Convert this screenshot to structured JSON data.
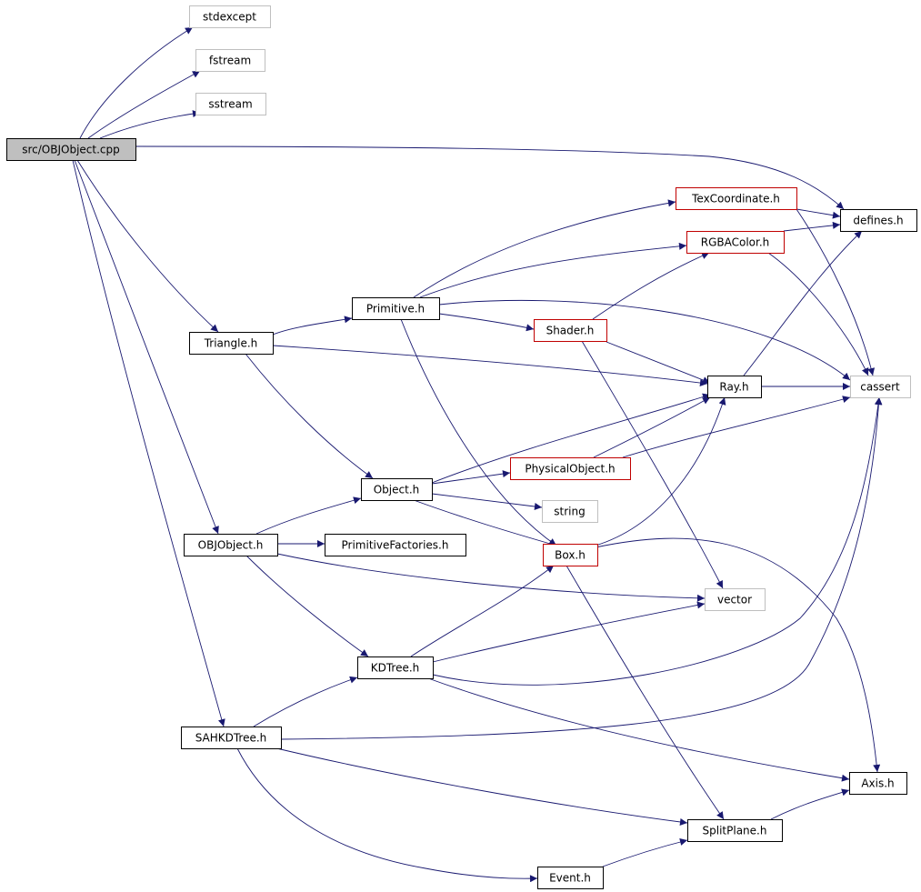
{
  "diagram": {
    "type": "include-dependency-graph",
    "colors": {
      "edge": "#191970",
      "node_border_default": "#000000",
      "node_border_truncated": "#c00000",
      "node_border_external": "#bfbfbf",
      "root_fill": "#bfbfbf",
      "node_fill": "#ffffff"
    },
    "nodes": [
      {
        "id": "objobject_cpp",
        "label": "src/OBJObject.cpp",
        "kind": "root"
      },
      {
        "id": "stdexcept",
        "label": "stdexcept",
        "kind": "external"
      },
      {
        "id": "fstream",
        "label": "fstream",
        "kind": "external"
      },
      {
        "id": "sstream",
        "label": "sstream",
        "kind": "external"
      },
      {
        "id": "defines_h",
        "label": "defines.h",
        "kind": "normal"
      },
      {
        "id": "texcoordinate_h",
        "label": "TexCoordinate.h",
        "kind": "truncated"
      },
      {
        "id": "rgbacolor_h",
        "label": "RGBAColor.h",
        "kind": "truncated"
      },
      {
        "id": "primitive_h",
        "label": "Primitive.h",
        "kind": "normal"
      },
      {
        "id": "shader_h",
        "label": "Shader.h",
        "kind": "truncated"
      },
      {
        "id": "triangle_h",
        "label": "Triangle.h",
        "kind": "normal"
      },
      {
        "id": "ray_h",
        "label": "Ray.h",
        "kind": "normal"
      },
      {
        "id": "cassert",
        "label": "cassert",
        "kind": "external"
      },
      {
        "id": "physicalobject_h",
        "label": "PhysicalObject.h",
        "kind": "truncated"
      },
      {
        "id": "object_h",
        "label": "Object.h",
        "kind": "normal"
      },
      {
        "id": "string",
        "label": "string",
        "kind": "external"
      },
      {
        "id": "objobject_h",
        "label": "OBJObject.h",
        "kind": "normal"
      },
      {
        "id": "primitivefactories_h",
        "label": "PrimitiveFactories.h",
        "kind": "normal"
      },
      {
        "id": "box_h",
        "label": "Box.h",
        "kind": "truncated"
      },
      {
        "id": "vector",
        "label": "vector",
        "kind": "external"
      },
      {
        "id": "kdtree_h",
        "label": "KDTree.h",
        "kind": "normal"
      },
      {
        "id": "sahkdtree_h",
        "label": "SAHKDTree.h",
        "kind": "normal"
      },
      {
        "id": "axis_h",
        "label": "Axis.h",
        "kind": "normal"
      },
      {
        "id": "splitplane_h",
        "label": "SplitPlane.h",
        "kind": "normal"
      },
      {
        "id": "event_h",
        "label": "Event.h",
        "kind": "normal"
      }
    ],
    "edges": [
      {
        "from": "objobject_cpp",
        "to": "stdexcept"
      },
      {
        "from": "objobject_cpp",
        "to": "fstream"
      },
      {
        "from": "objobject_cpp",
        "to": "sstream"
      },
      {
        "from": "objobject_cpp",
        "to": "defines_h"
      },
      {
        "from": "objobject_cpp",
        "to": "triangle_h"
      },
      {
        "from": "objobject_cpp",
        "to": "objobject_h"
      },
      {
        "from": "objobject_cpp",
        "to": "sahkdtree_h"
      },
      {
        "from": "texcoordinate_h",
        "to": "defines_h"
      },
      {
        "from": "texcoordinate_h",
        "to": "cassert"
      },
      {
        "from": "rgbacolor_h",
        "to": "defines_h"
      },
      {
        "from": "rgbacolor_h",
        "to": "cassert"
      },
      {
        "from": "primitive_h",
        "to": "texcoordinate_h"
      },
      {
        "from": "primitive_h",
        "to": "rgbacolor_h"
      },
      {
        "from": "primitive_h",
        "to": "shader_h"
      },
      {
        "from": "primitive_h",
        "to": "cassert"
      },
      {
        "from": "primitive_h",
        "to": "box_h"
      },
      {
        "from": "shader_h",
        "to": "rgbacolor_h"
      },
      {
        "from": "shader_h",
        "to": "ray_h"
      },
      {
        "from": "shader_h",
        "to": "vector"
      },
      {
        "from": "triangle_h",
        "to": "primitive_h"
      },
      {
        "from": "triangle_h",
        "to": "ray_h"
      },
      {
        "from": "triangle_h",
        "to": "object_h"
      },
      {
        "from": "ray_h",
        "to": "defines_h"
      },
      {
        "from": "ray_h",
        "to": "cassert"
      },
      {
        "from": "physicalobject_h",
        "to": "ray_h"
      },
      {
        "from": "physicalobject_h",
        "to": "cassert"
      },
      {
        "from": "object_h",
        "to": "ray_h"
      },
      {
        "from": "object_h",
        "to": "physicalobject_h"
      },
      {
        "from": "object_h",
        "to": "string"
      },
      {
        "from": "object_h",
        "to": "box_h"
      },
      {
        "from": "objobject_h",
        "to": "object_h"
      },
      {
        "from": "objobject_h",
        "to": "primitivefactories_h"
      },
      {
        "from": "objobject_h",
        "to": "vector"
      },
      {
        "from": "objobject_h",
        "to": "kdtree_h"
      },
      {
        "from": "box_h",
        "to": "ray_h"
      },
      {
        "from": "box_h",
        "to": "axis_h"
      },
      {
        "from": "box_h",
        "to": "splitplane_h"
      },
      {
        "from": "kdtree_h",
        "to": "box_h"
      },
      {
        "from": "kdtree_h",
        "to": "vector"
      },
      {
        "from": "kdtree_h",
        "to": "cassert"
      },
      {
        "from": "kdtree_h",
        "to": "axis_h"
      },
      {
        "from": "sahkdtree_h",
        "to": "kdtree_h"
      },
      {
        "from": "sahkdtree_h",
        "to": "cassert"
      },
      {
        "from": "sahkdtree_h",
        "to": "splitplane_h"
      },
      {
        "from": "sahkdtree_h",
        "to": "event_h"
      },
      {
        "from": "splitplane_h",
        "to": "axis_h"
      },
      {
        "from": "event_h",
        "to": "splitplane_h"
      }
    ]
  }
}
